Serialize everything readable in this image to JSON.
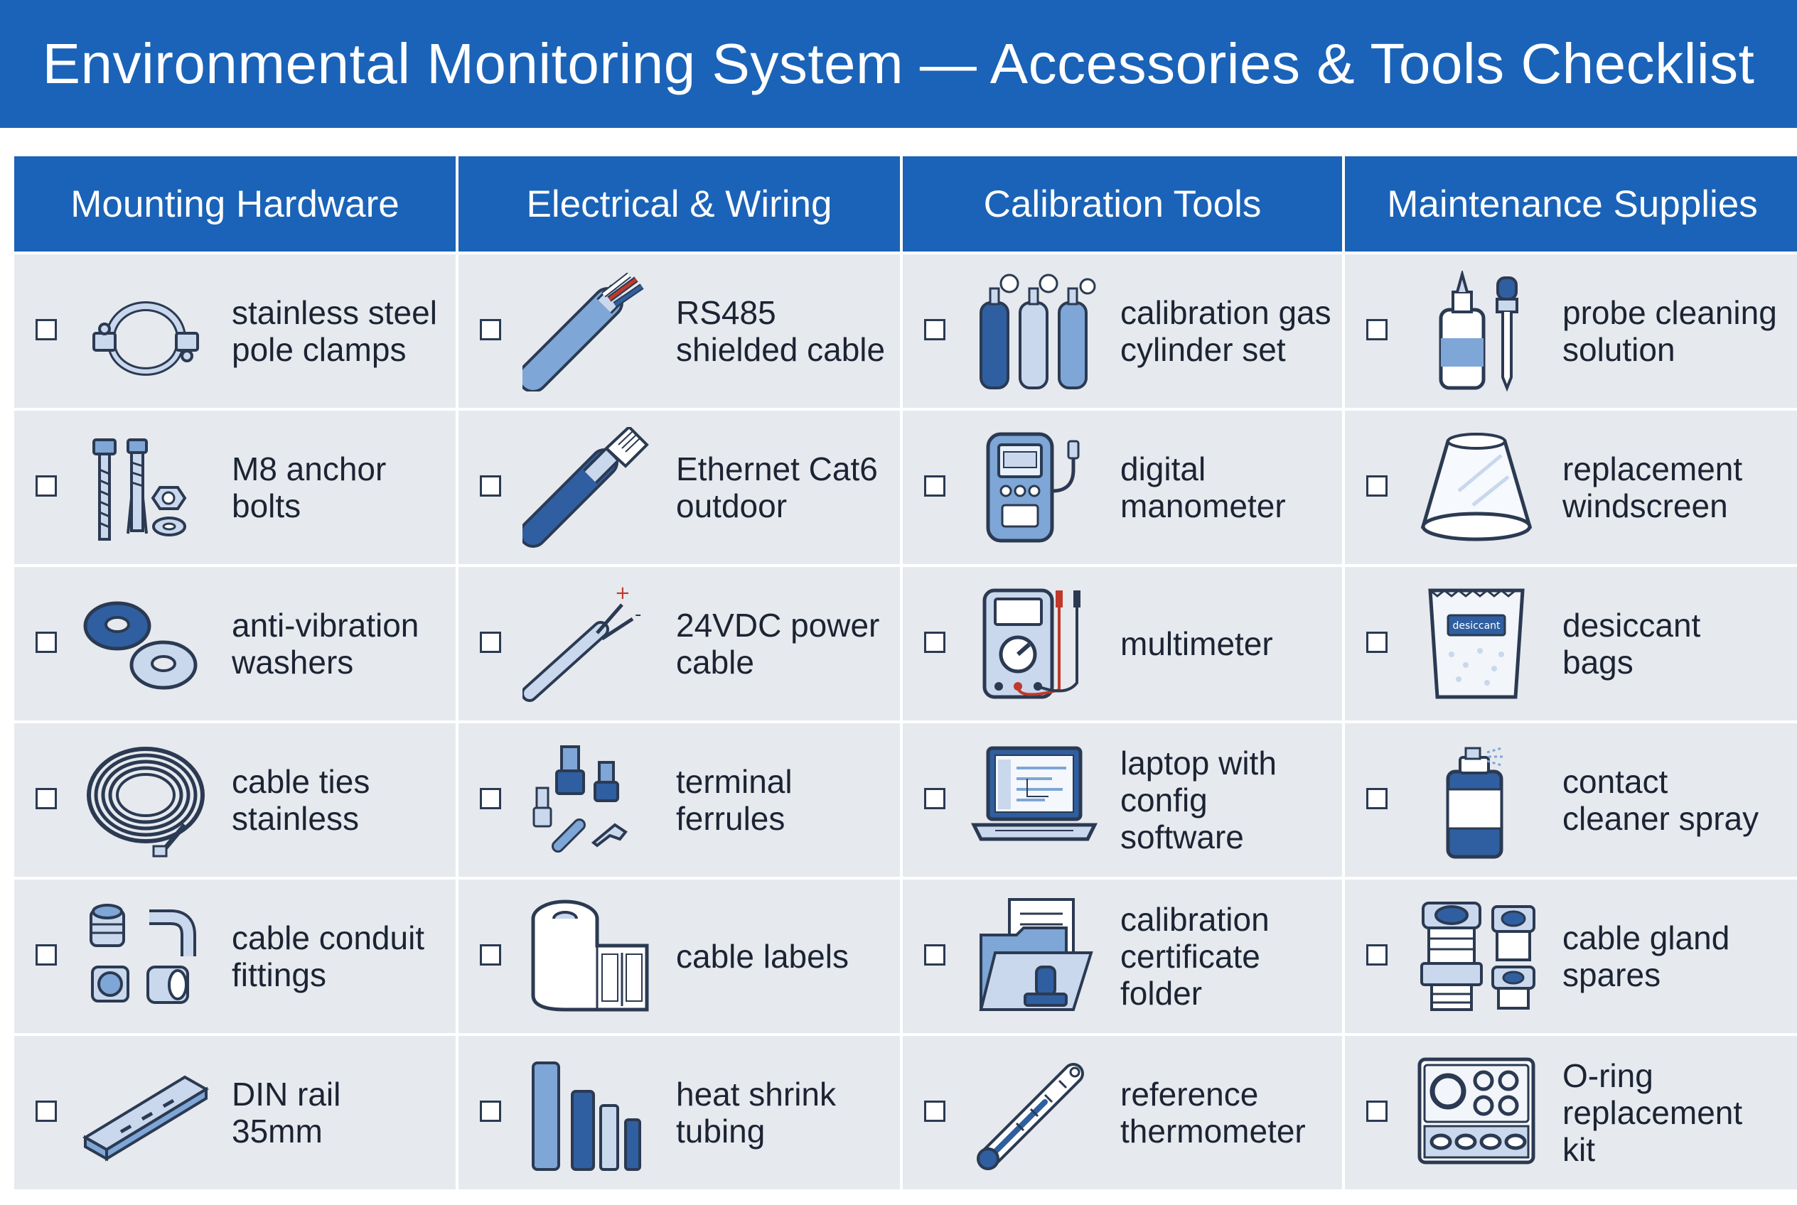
{
  "title": "Environmental Monitoring System — Accessories & Tools Checklist",
  "colors": {
    "header_blue": "#1a63b8",
    "cell_gray": "#e6e9ee",
    "icon_stroke": "#2b3a52",
    "icon_fill": "#7ea6d6"
  },
  "columns": [
    {
      "name": "Mounting Hardware",
      "items": [
        {
          "label": "stainless steel\npole clamps",
          "icon": "pole-clamp-icon",
          "checked": false
        },
        {
          "label": "M8 anchor\nbolts",
          "icon": "anchor-bolt-icon",
          "checked": false
        },
        {
          "label": "anti-vibration\nwashers",
          "icon": "washer-icon",
          "checked": false
        },
        {
          "label": "cable ties\nstainless",
          "icon": "cable-tie-coil-icon",
          "checked": false
        },
        {
          "label": "cable conduit\nfittings",
          "icon": "conduit-fitting-icon",
          "checked": false
        },
        {
          "label": "DIN rail\n35mm",
          "icon": "din-rail-icon",
          "checked": false
        }
      ]
    },
    {
      "name": "Electrical & Wiring",
      "items": [
        {
          "label": "RS485\nshielded cable",
          "icon": "shielded-cable-icon",
          "checked": false
        },
        {
          "label": "Ethernet Cat6\noutdoor",
          "icon": "ethernet-cable-icon",
          "checked": false
        },
        {
          "label": "24VDC power\ncable",
          "icon": "power-cable-icon",
          "checked": false
        },
        {
          "label": "terminal\nferrules",
          "icon": "ferrule-icon",
          "checked": false
        },
        {
          "label": "cable labels",
          "icon": "label-roll-icon",
          "checked": false
        },
        {
          "label": "heat shrink\ntubing",
          "icon": "heat-shrink-icon",
          "checked": false
        }
      ]
    },
    {
      "name": "Calibration Tools",
      "items": [
        {
          "label": "calibration gas\ncylinder set",
          "icon": "gas-cylinder-icon",
          "checked": false
        },
        {
          "label": "digital\nmanometer",
          "icon": "manometer-icon",
          "checked": false
        },
        {
          "label": "multimeter",
          "icon": "multimeter-icon",
          "checked": false
        },
        {
          "label": "laptop with\nconfig software",
          "icon": "laptop-icon",
          "checked": false
        },
        {
          "label": "calibration\ncertificate\nfolder",
          "icon": "certificate-folder-icon",
          "checked": false
        },
        {
          "label": "reference\nthermometer",
          "icon": "thermometer-icon",
          "checked": false
        }
      ]
    },
    {
      "name": "Maintenance Supplies",
      "items": [
        {
          "label": "probe cleaning\nsolution",
          "icon": "dropper-bottle-icon",
          "checked": false
        },
        {
          "label": "replacement\nwindscreen",
          "icon": "windscreen-icon",
          "checked": false
        },
        {
          "label": "desiccant\nbags",
          "icon": "desiccant-bag-icon",
          "checked": false,
          "icon_text": "desiccant"
        },
        {
          "label": "contact\ncleaner spray",
          "icon": "spray-can-icon",
          "checked": false
        },
        {
          "label": "cable gland\nspares",
          "icon": "cable-gland-icon",
          "checked": false
        },
        {
          "label": "O-ring\nreplacement\nkit",
          "icon": "o-ring-kit-icon",
          "checked": false
        }
      ]
    }
  ]
}
